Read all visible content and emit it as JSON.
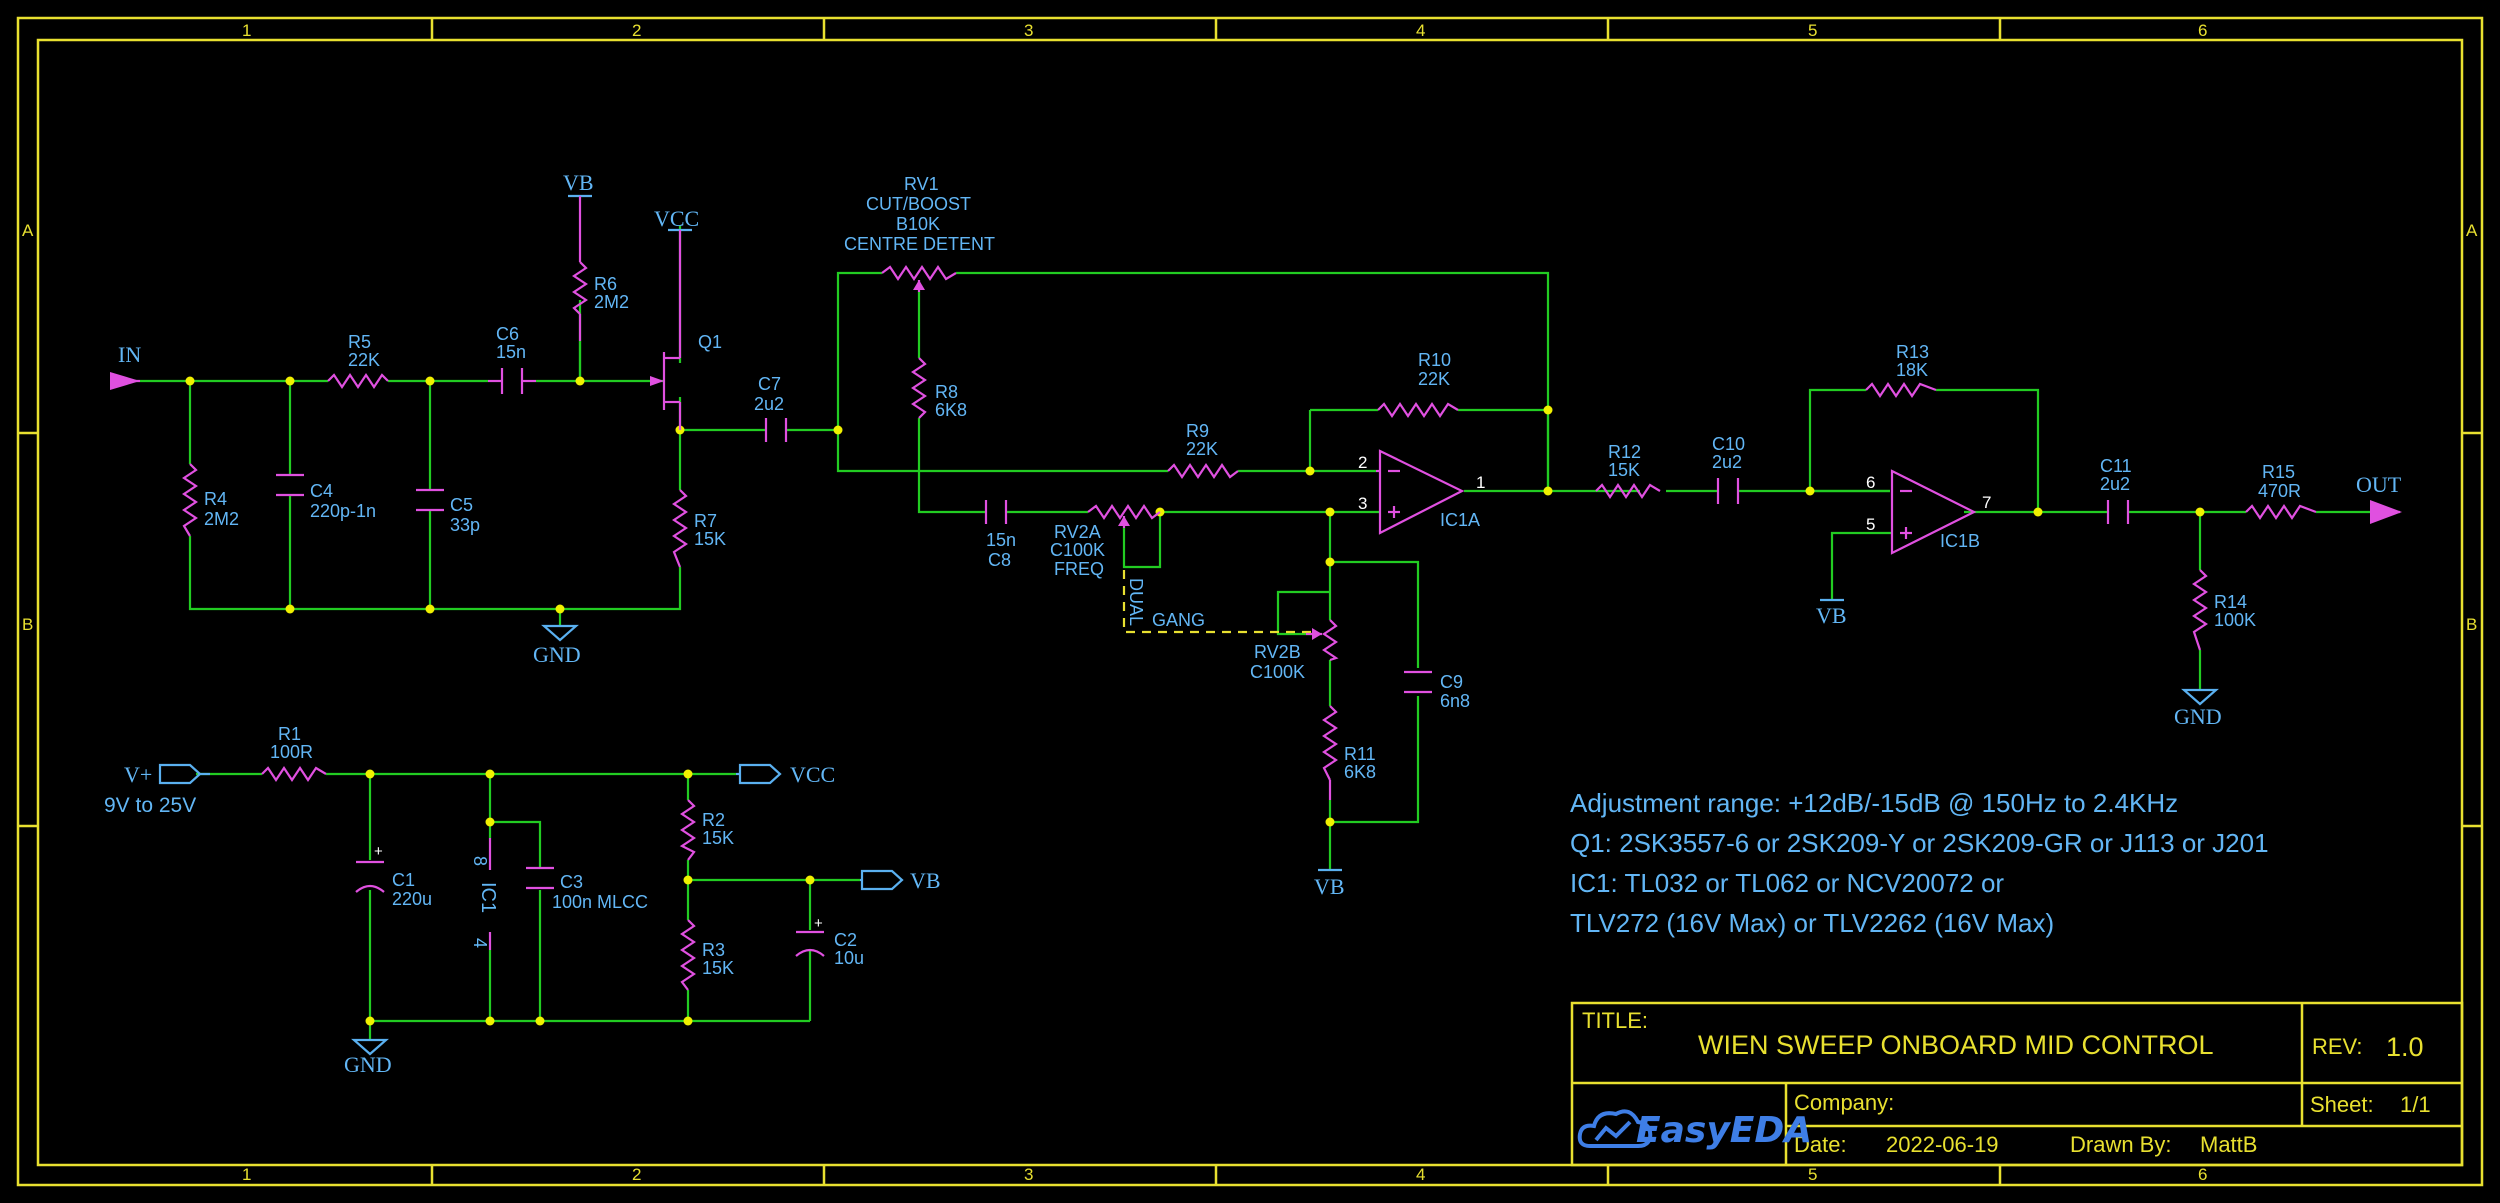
{
  "sheet": {
    "columns": [
      "1",
      "2",
      "3",
      "4",
      "5",
      "6"
    ],
    "rows": [
      "A",
      "B"
    ]
  },
  "nets": {
    "in": "IN",
    "out": "OUT",
    "vb": "VB",
    "vcc": "VCC",
    "gnd": "GND",
    "vplus": "V+",
    "supply_range": "9V to 25V"
  },
  "components": {
    "r1": {
      "ref": "R1",
      "value": "100R"
    },
    "r2": {
      "ref": "R2",
      "value": "15K"
    },
    "r3": {
      "ref": "R3",
      "value": "15K"
    },
    "r4": {
      "ref": "R4",
      "value": "2M2"
    },
    "r5": {
      "ref": "R5",
      "value": "22K"
    },
    "r6": {
      "ref": "R6",
      "value": "2M2"
    },
    "r7": {
      "ref": "R7",
      "value": "15K"
    },
    "r8": {
      "ref": "R8",
      "value": "6K8"
    },
    "r9": {
      "ref": "R9",
      "value": "22K"
    },
    "r10": {
      "ref": "R10",
      "value": "22K"
    },
    "r11": {
      "ref": "R11",
      "value": "6K8"
    },
    "r12": {
      "ref": "R12",
      "value": "15K"
    },
    "r13": {
      "ref": "R13",
      "value": "18K"
    },
    "r14": {
      "ref": "R14",
      "value": "100K"
    },
    "r15": {
      "ref": "R15",
      "value": "470R"
    },
    "c1": {
      "ref": "C1",
      "value": "220u"
    },
    "c2": {
      "ref": "C2",
      "value": "10u"
    },
    "c3": {
      "ref": "C3",
      "value": "100n MLCC"
    },
    "c4": {
      "ref": "C4",
      "value": "220p-1n"
    },
    "c5": {
      "ref": "C5",
      "value": "33p"
    },
    "c6": {
      "ref": "C6",
      "value": "15n"
    },
    "c7": {
      "ref": "C7",
      "value": "2u2"
    },
    "c8": {
      "ref": "C8",
      "value": "15n"
    },
    "c9": {
      "ref": "C9",
      "value": "6n8"
    },
    "c10": {
      "ref": "C10",
      "value": "2u2"
    },
    "c11": {
      "ref": "C11",
      "value": "2u2"
    },
    "q1": {
      "ref": "Q1"
    },
    "ic1": {
      "ref": "IC1",
      "pin_top": "8",
      "pin_bottom": "4"
    },
    "ic1a": {
      "ref": "IC1A",
      "pin_inv": "2",
      "pin_noninv": "3",
      "pin_out": "1"
    },
    "ic1b": {
      "ref": "IC1B",
      "pin_inv": "6",
      "pin_noninv": "5",
      "pin_out": "7"
    },
    "rv1": {
      "ref": "RV1",
      "line1": "CUT/BOOST",
      "line2": "B10K",
      "line3": "CENTRE DETENT"
    },
    "rv2a": {
      "ref": "RV2A",
      "value": "C100K",
      "function": "FREQ"
    },
    "rv2b": {
      "ref": "RV2B",
      "value": "C100K"
    },
    "dual": "DUAL",
    "gang": "GANG"
  },
  "notes": [
    "Adjustment range: +12dB/-15dB @ 150Hz to 2.4KHz",
    "Q1: 2SK3557-6 or 2SK209-Y or 2SK209-GR or J113 or J201",
    "IC1: TL032 or TL062 or NCV20072 or",
    "TLV272 (16V Max) or TLV2262 (16V Max)"
  ],
  "title_block": {
    "title_label": "TITLE:",
    "title": "WIEN SWEEP ONBOARD MID CONTROL",
    "rev_label": "REV:",
    "rev": "1.0",
    "company_label": "Company:",
    "company": "",
    "sheet_label": "Sheet:",
    "sheet": "1/1",
    "date_label": "Date:",
    "date": "2022-06-19",
    "drawn_label": "Drawn By:",
    "drawn_by": "MattB",
    "logo": "EasyEDA"
  },
  "colors": {
    "background": "#000000",
    "frame": "#e8e030",
    "wire": "#22cc22",
    "symbol": "#e050e0",
    "label": "#62b6f5",
    "junction": "#f0f000",
    "logo": "#3e7ee6"
  }
}
